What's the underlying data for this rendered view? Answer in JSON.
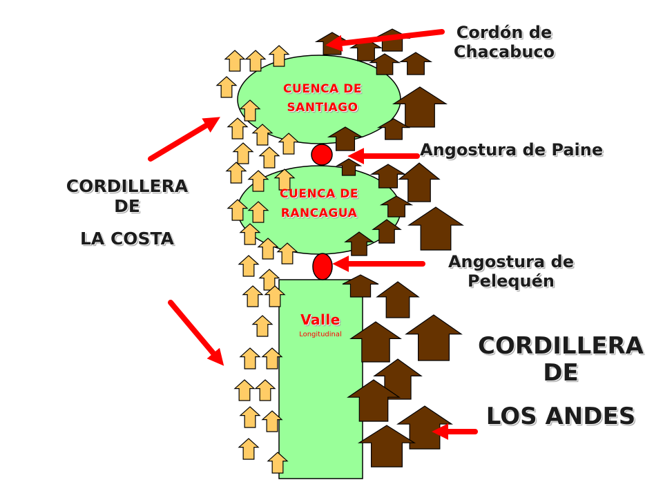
{
  "colors": {
    "basin_fill": "#99ff99",
    "coast_arrow": "#ffcc66",
    "andes_arrow": "#663300",
    "pointer": "#ff0000",
    "narrowing": "#ff0000",
    "label_red": "#ff0000",
    "label_dark": "#1c1c1c"
  },
  "labels": {
    "cuenca_santiago_line1": "CUENCA DE",
    "cuenca_santiago_line2": "SANTIAGO",
    "cuenca_rancagua_line1": "CUENCA DE",
    "cuenca_rancagua_line2": "RANCAGUA",
    "valle_title": "Valle",
    "valle_subtitle": "Longitudinal",
    "cordon_line1": "Cordón de",
    "cordon_line2": "Chacabuco",
    "paine": "Angostura de Paine",
    "pelequen_line1": "Angostura de",
    "pelequen_line2": "Pelequén",
    "costa_line1": "CORDILLERA",
    "costa_line2": "DE",
    "costa_line3": "LA COSTA",
    "andes_line1": "CORDILLERA",
    "andes_line2": "DE",
    "andes_line3": "LOS ANDES"
  }
}
